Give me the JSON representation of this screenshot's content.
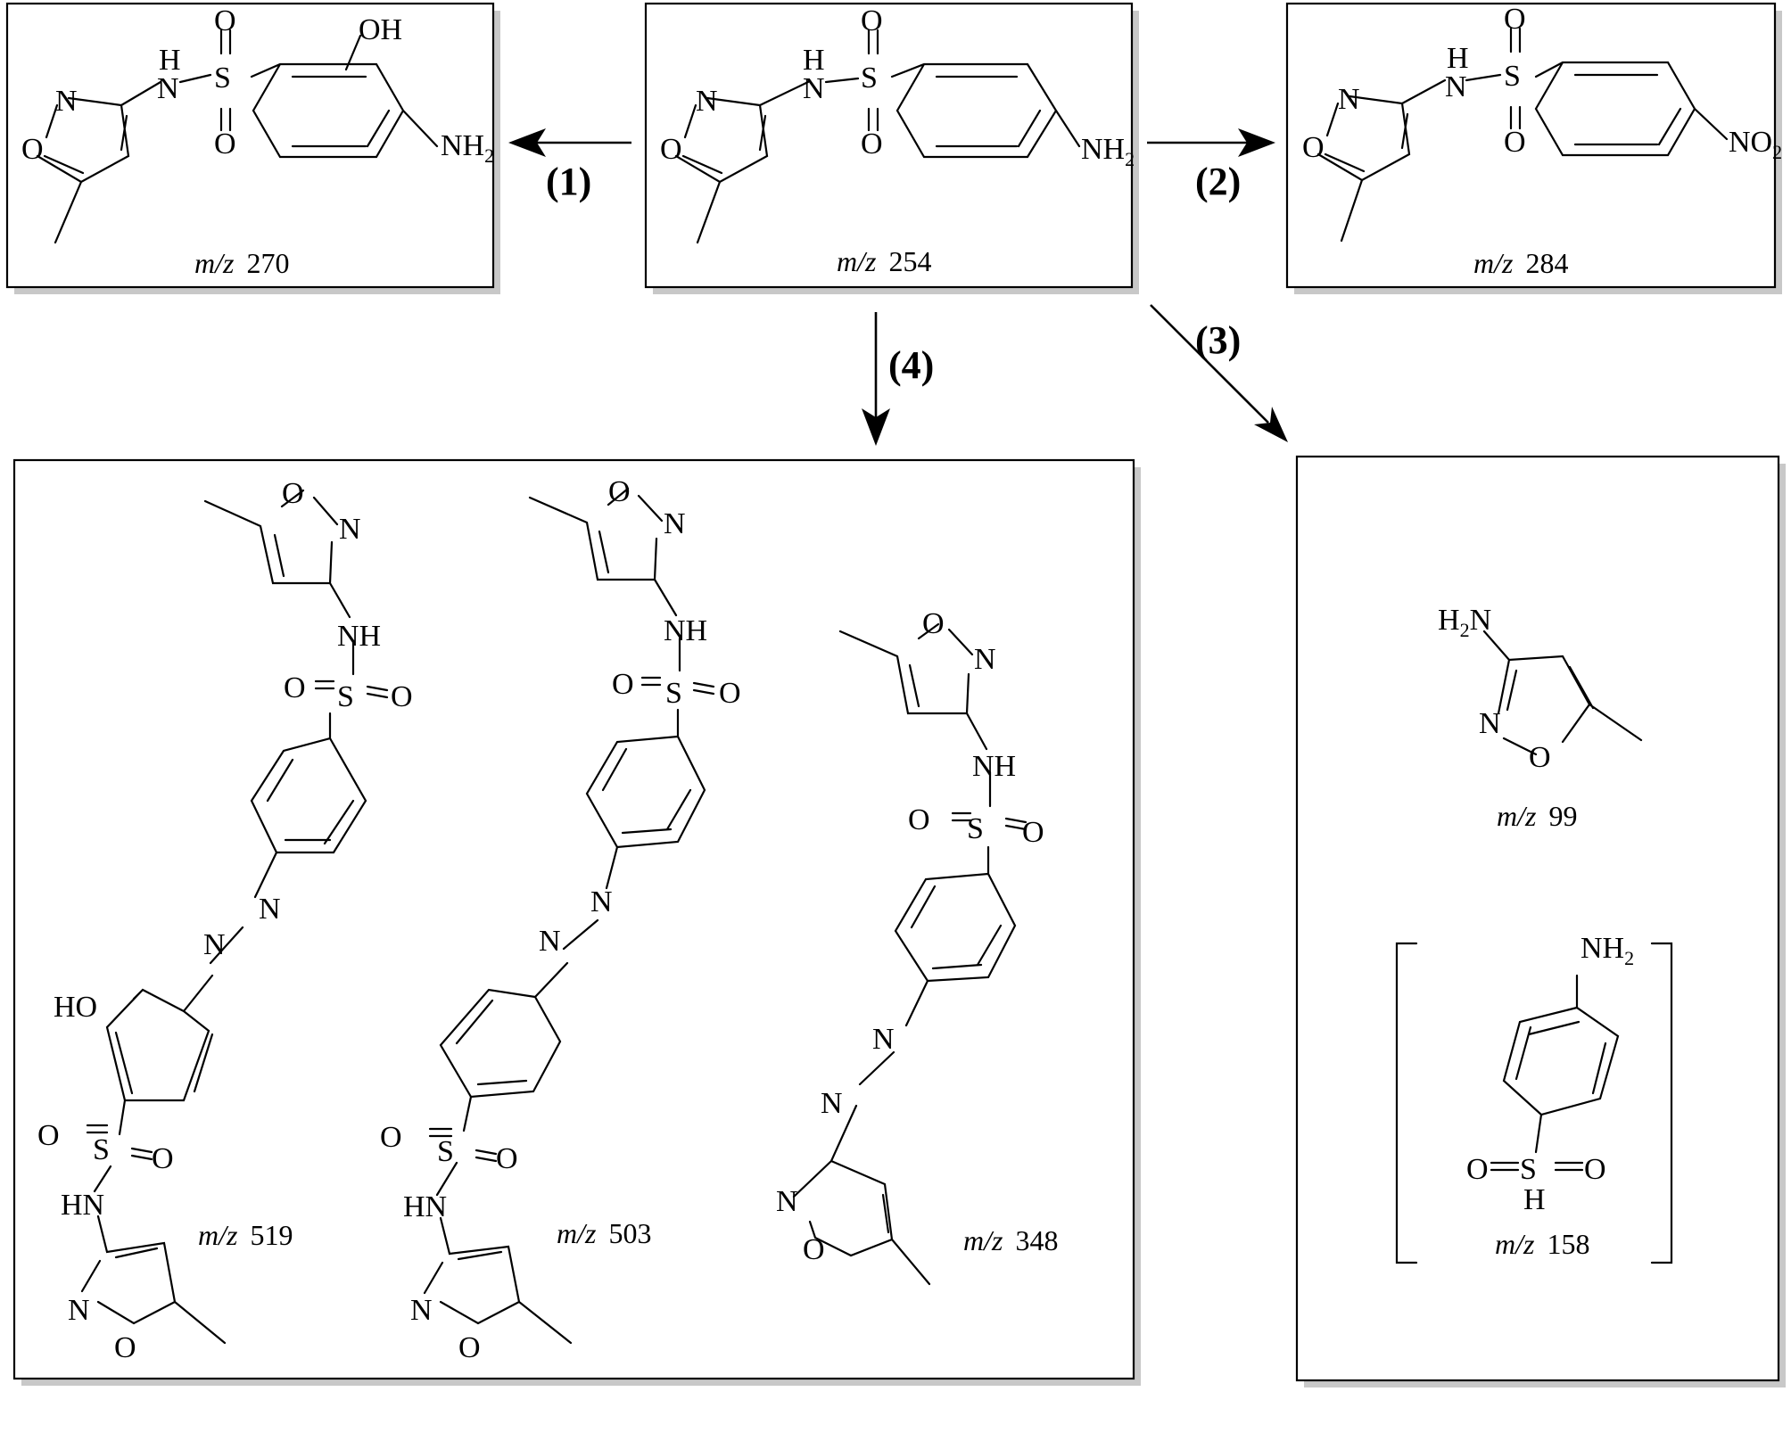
{
  "atoms": {
    "O": "O",
    "N": "N",
    "S": "S",
    "H": "H",
    "NH": "NH",
    "HN": "HN",
    "OH": "OH",
    "HO": "HO",
    "NH2": "NH",
    "NO2": "NO",
    "H2N": "H",
    "H2N_N": "N",
    "sub2": "2",
    "mz": "m/z"
  },
  "boxes": {
    "sulfamethoxazole": {
      "mz_value": "254"
    },
    "product_1": {
      "mz_value": "270"
    },
    "product_2": {
      "mz_value": "284"
    },
    "product_3a": {
      "mz_value": "99"
    },
    "product_3b": {
      "mz_value": "158"
    },
    "product_4a": {
      "mz_value": "519"
    },
    "product_4b": {
      "mz_value": "503"
    },
    "product_4c": {
      "mz_value": "348"
    }
  },
  "pathways": {
    "p1": "(1)",
    "p2": "(2)",
    "p3": "(3)",
    "p4": "(4)"
  },
  "colors": {
    "ink": "#000000",
    "shadow": "#c8c8c8",
    "background": "#ffffff"
  }
}
